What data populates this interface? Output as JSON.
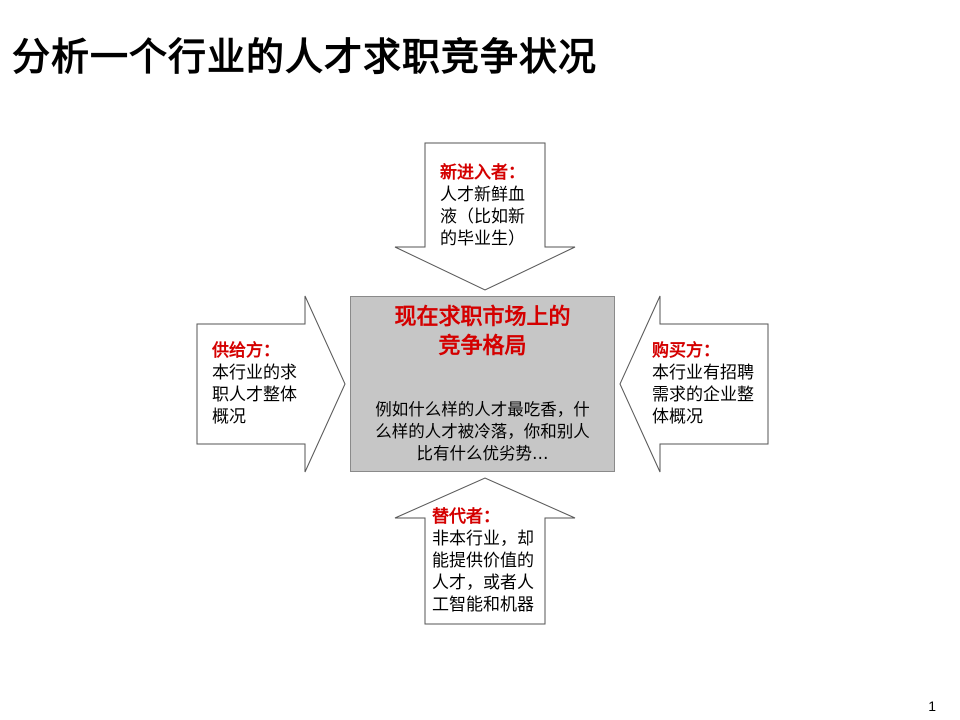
{
  "title": "分析一个行业的人才求职竞争状况",
  "colors": {
    "accent": "#d40000",
    "center_fill": "#c6c6c6",
    "arrow_stroke": "#555555",
    "arrow_fill": "#ffffff"
  },
  "center": {
    "title_lines": [
      "现在求职市场上的",
      "竞争格局"
    ],
    "body_lines": [
      "例如什么样的人才最吃香，什",
      "么样的人才被冷落，你和别人",
      "比有什么优劣势…"
    ]
  },
  "forces": {
    "new_entrants": {
      "heading": "新进入者：",
      "lines": [
        "人才新鲜血",
        "液（比如新",
        "的毕业生）"
      ]
    },
    "suppliers": {
      "heading": "供给方：",
      "lines": [
        "本行业的求",
        "职人才整体",
        "概况"
      ]
    },
    "buyers": {
      "heading": "购买方：",
      "lines": [
        "本行业有招聘",
        "需求的企业整",
        "体概况"
      ]
    },
    "substitutes": {
      "heading": "替代者：",
      "lines": [
        "非本行业，却",
        "能提供价值的",
        "人才，或者人",
        "工智能和机器"
      ]
    }
  },
  "page_number": "1"
}
